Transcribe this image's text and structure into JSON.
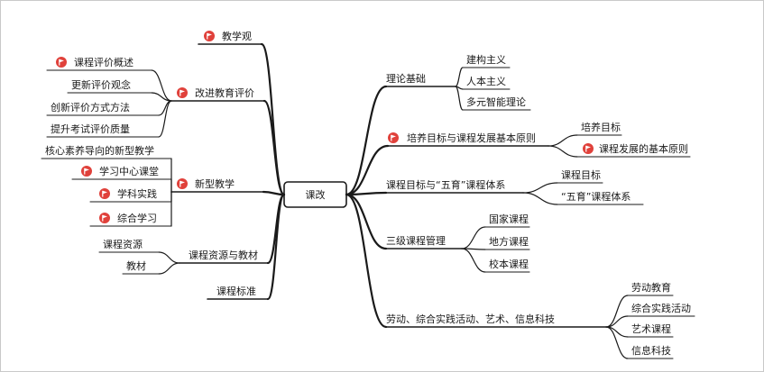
{
  "center": {
    "label": "课改"
  },
  "left": [
    {
      "label": "教学观",
      "flag": true,
      "children": []
    },
    {
      "label": "改进教育评价",
      "flag": true,
      "children": [
        {
          "label": "课程评价概述",
          "flag": true
        },
        {
          "label": "更新评价观念",
          "flag": false
        },
        {
          "label": "创新评价方式方法",
          "flag": false
        },
        {
          "label": "提升考试评价质量",
          "flag": false
        }
      ]
    },
    {
      "label": "新型教学",
      "flag": true,
      "children": [
        {
          "label": "核心素养导向的新型教学",
          "flag": false
        },
        {
          "label": "学习中心课堂",
          "flag": true
        },
        {
          "label": "学科实践",
          "flag": true
        },
        {
          "label": "综合学习",
          "flag": true
        }
      ]
    },
    {
      "label": "课程资源与教材",
      "flag": false,
      "children": [
        {
          "label": "课程资源",
          "flag": false
        },
        {
          "label": "教材",
          "flag": false
        }
      ]
    },
    {
      "label": "课程标准",
      "flag": false,
      "children": []
    }
  ],
  "right": [
    {
      "label": "理论基础",
      "flag": false,
      "children": [
        {
          "label": "建构主义",
          "flag": false
        },
        {
          "label": "人本主义",
          "flag": false
        },
        {
          "label": "多元智能理论",
          "flag": false
        }
      ]
    },
    {
      "label": "培养目标与课程发展基本原则",
      "flag": true,
      "children": [
        {
          "label": "培养目标",
          "flag": false
        },
        {
          "label": "课程发展的基本原则",
          "flag": true
        }
      ]
    },
    {
      "label": "课程目标与“五育”课程体系",
      "flag": false,
      "children": [
        {
          "label": "课程目标",
          "flag": false
        },
        {
          "label": "“五育”课程体系",
          "flag": false
        }
      ]
    },
    {
      "label": "三级课程管理",
      "flag": false,
      "children": [
        {
          "label": "国家课程",
          "flag": false
        },
        {
          "label": "地方课程",
          "flag": false
        },
        {
          "label": "校本课程",
          "flag": false
        }
      ]
    },
    {
      "label": "劳动、综合实践活动、艺术、信息科技",
      "flag": false,
      "children": [
        {
          "label": "劳动教育",
          "flag": false
        },
        {
          "label": "综合实践活动",
          "flag": false
        },
        {
          "label": "艺术课程",
          "flag": false
        },
        {
          "label": "信息科技",
          "flag": false
        }
      ]
    }
  ],
  "colors": {
    "line": "#1a1a1a",
    "flag": "#e0413b",
    "center_fill": "#ffffff"
  }
}
